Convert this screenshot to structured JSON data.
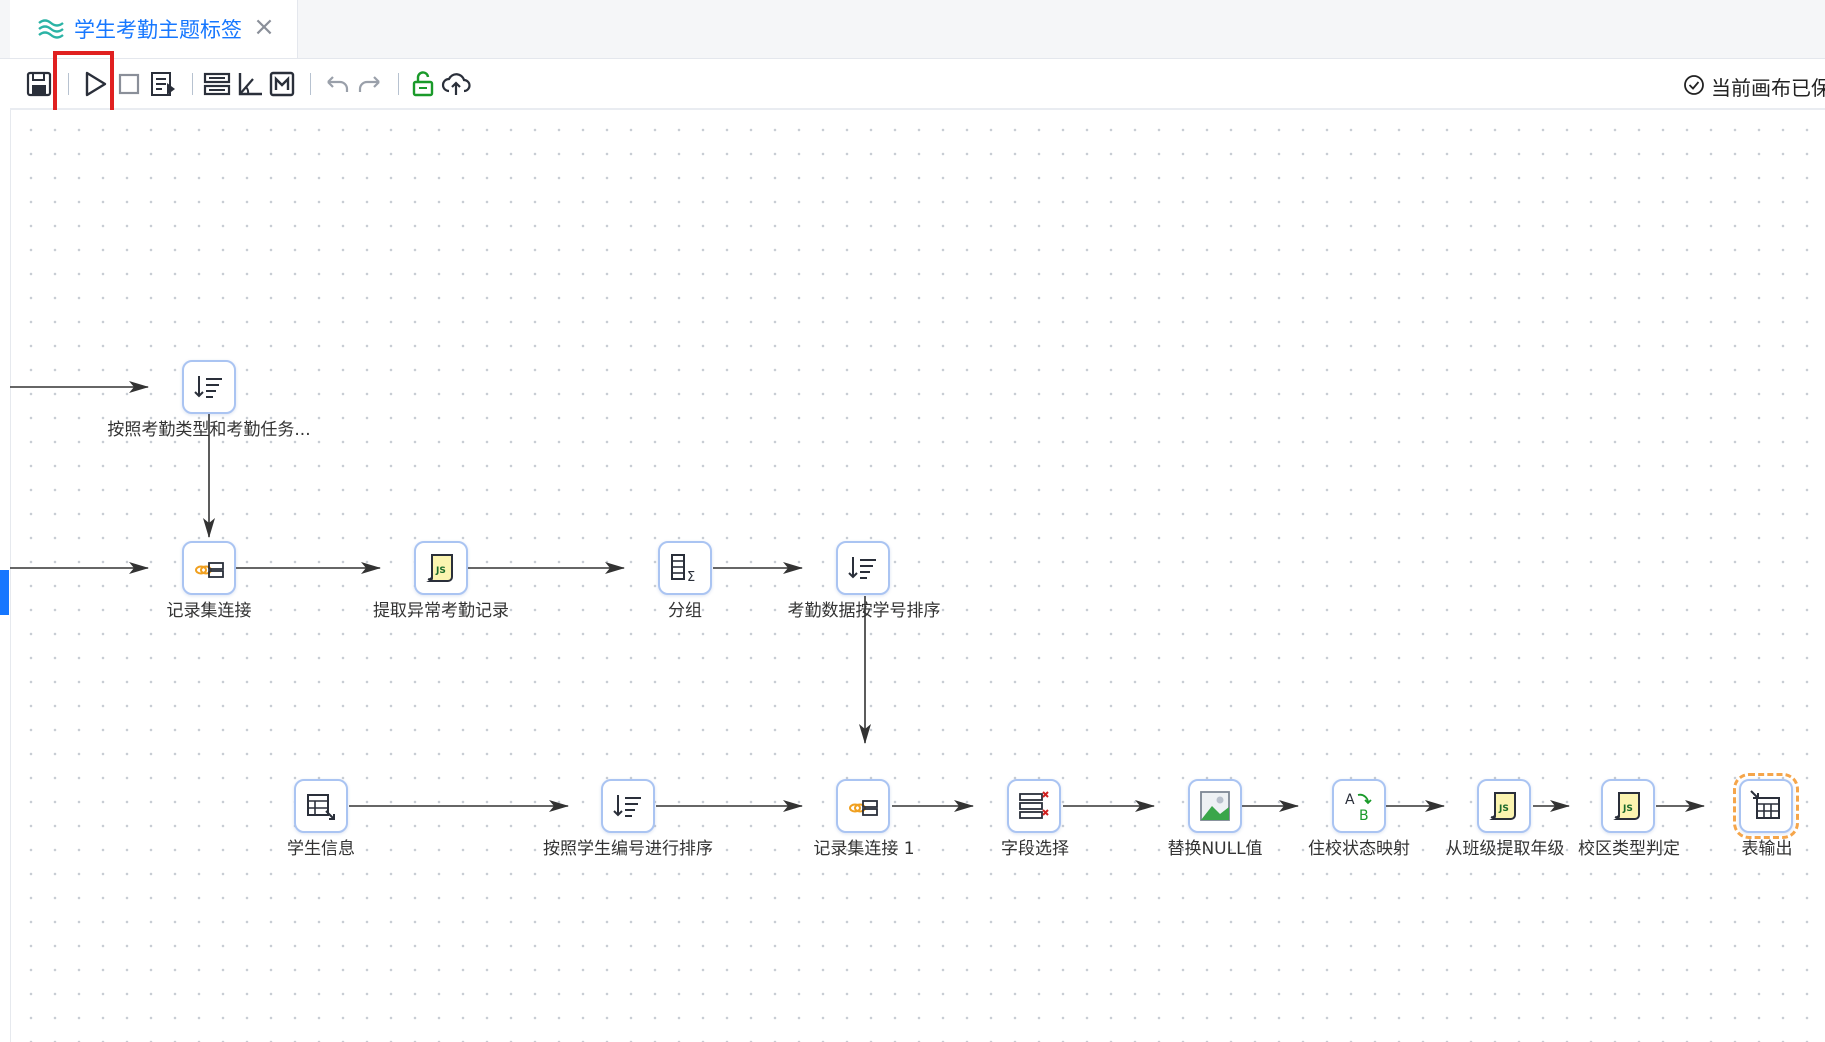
{
  "tab": {
    "title": "学生考勤主题标签",
    "close": "×"
  },
  "status": {
    "text": "当前画布已保"
  },
  "nodes": [
    {
      "label": "按照考勤类型和考勤任务..."
    },
    {
      "label": "记录集连接"
    },
    {
      "label": "提取异常考勤记录"
    },
    {
      "label": "分组"
    },
    {
      "label": "考勤数据按学号排序"
    },
    {
      "label": "学生信息"
    },
    {
      "label": "按照学生编号进行排序"
    },
    {
      "label": "记录集连接 1"
    },
    {
      "label": "字段选择"
    },
    {
      "label": "替换NULL值"
    },
    {
      "label": "住校状态映射"
    },
    {
      "label": "从班级提取年级"
    },
    {
      "label": "校区类型判定"
    },
    {
      "label": "表输出"
    }
  ],
  "colors": {
    "accent": "#1677ff",
    "node_border": "#aac4f2",
    "highlight": "#e02020",
    "selected": "#f5a54a",
    "edge": "#333333"
  }
}
